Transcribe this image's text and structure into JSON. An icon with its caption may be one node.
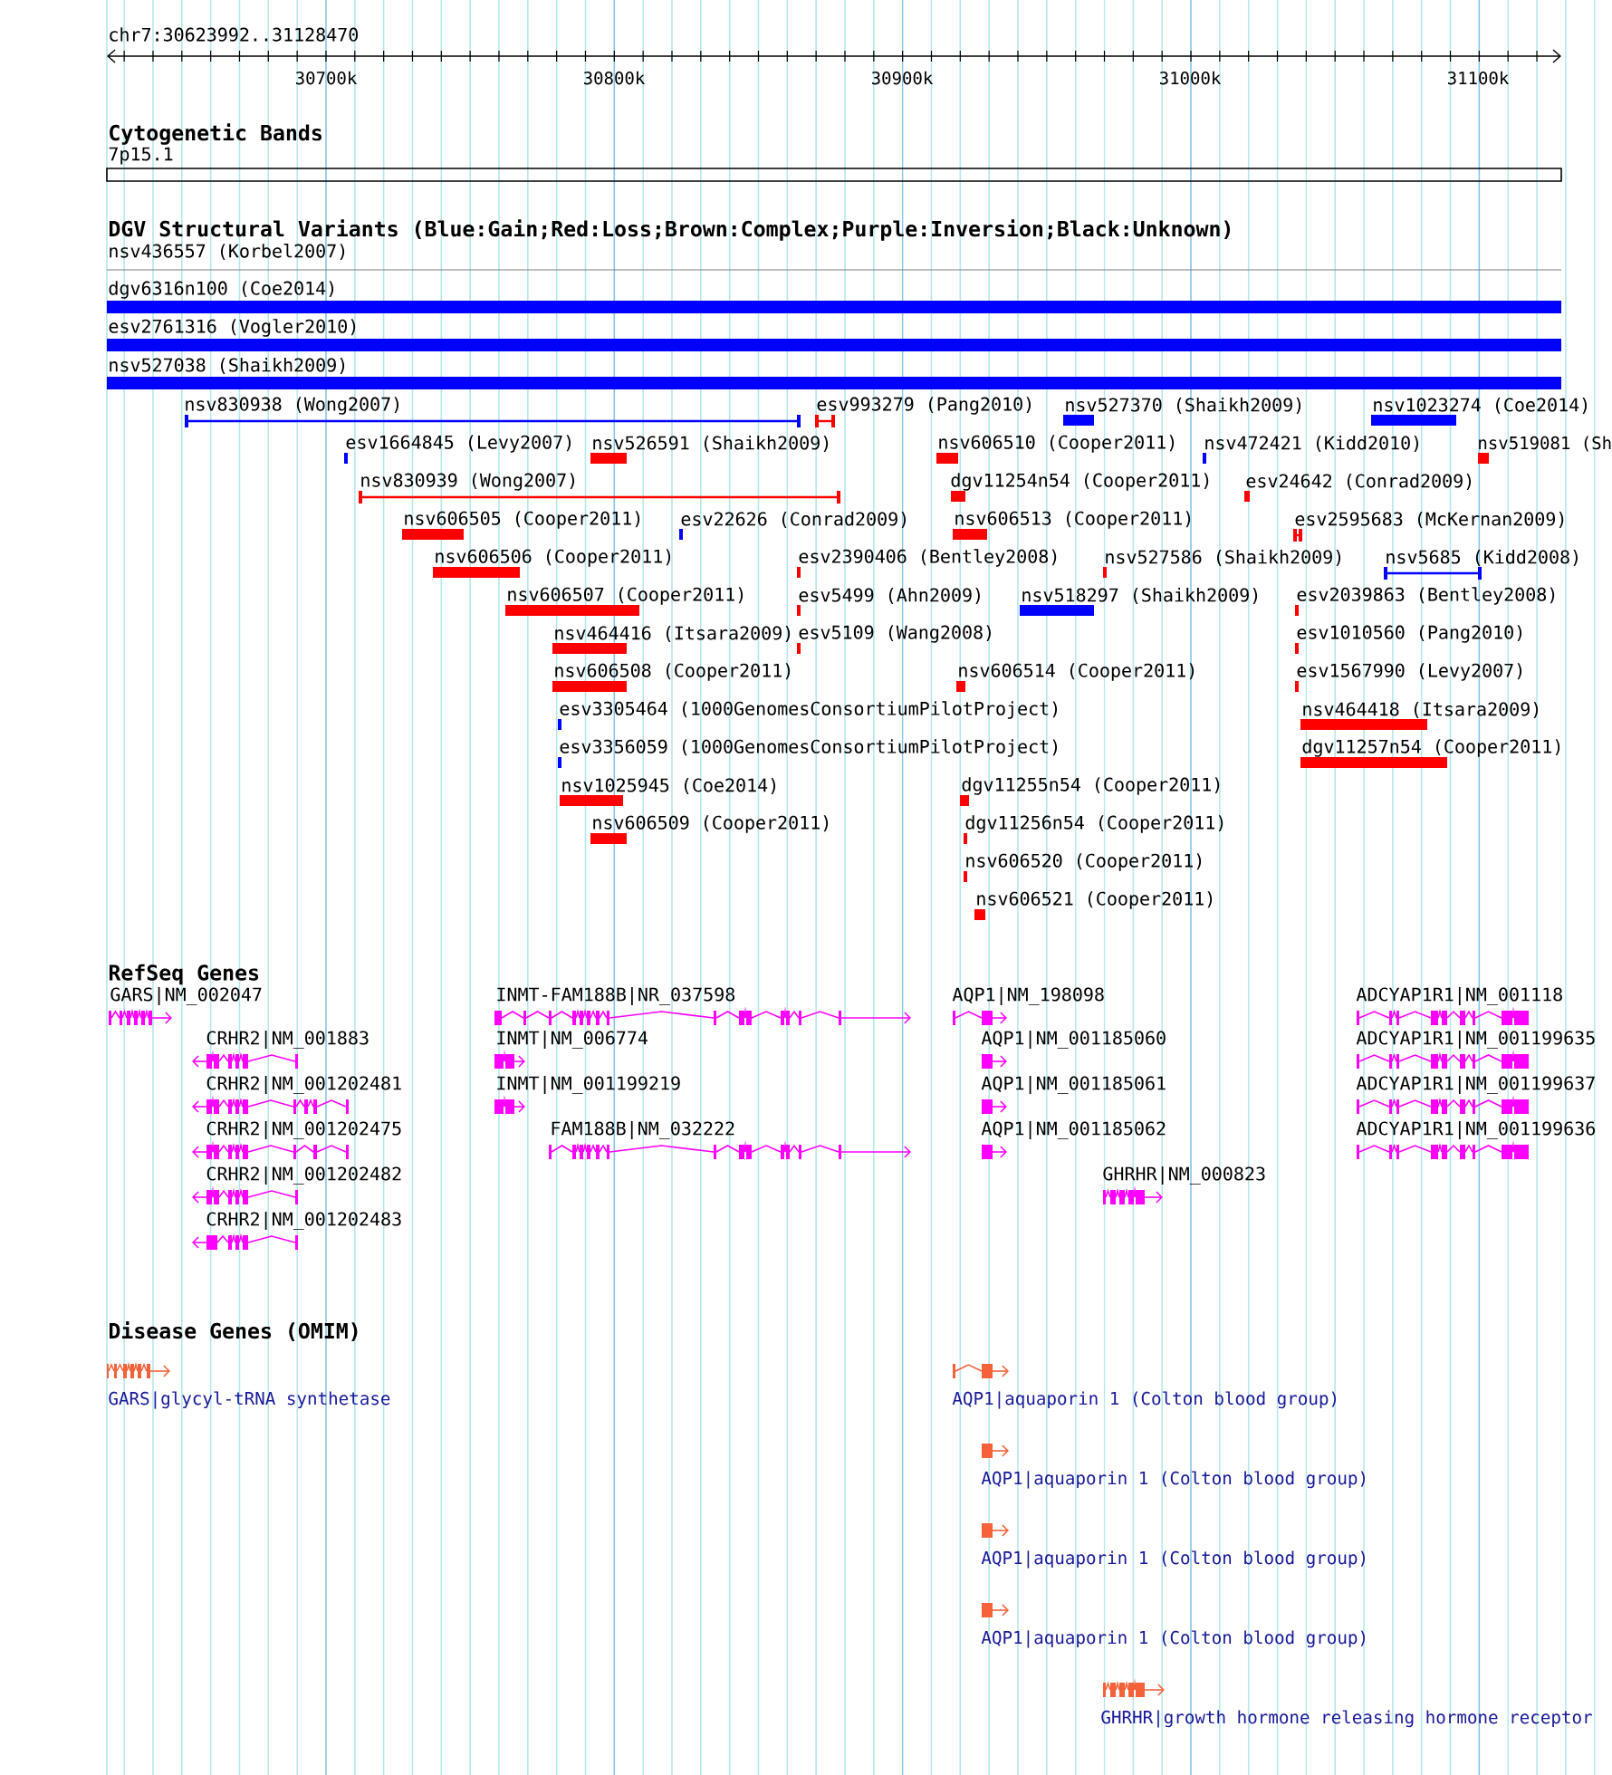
{
  "diagram": {
    "labels": [
      "chr7:30623992..31128470",
      "30700k",
      "30800k",
      "30900k",
      "31000k",
      "31100k",
      "Cytogenetic Bands",
      "7p15.1",
      "DGV Structural Variants (Blue:Gain;Red:Loss;Brown:Complex;Purple:Inversion;Black:Unknown)",
      "nsv436557 (Korbel2007)",
      "dgv6316n100 (Coe2014)",
      "esv2761316 (Vogler2010)",
      "nsv527038 (Shaikh2009)",
      "nsv830938 (Wong2007)",
      "esv993279 (Pang2010)",
      "nsv527370 (Shaikh2009)",
      "nsv1023274 (Coe2014)",
      "esv1664845 (Levy2007)",
      "nsv526591 (Shaikh2009)",
      "nsv606510 (Cooper2011)",
      "nsv472421 (Kidd2010)",
      "nsv519081 (Sh",
      "nsv830939 (Wong2007)",
      "dgv11254n54 (Cooper2011)",
      "esv24642 (Conrad2009)",
      "nsv606505 (Cooper2011)",
      "esv22626 (Conrad2009)",
      "nsv606513 (Cooper2011)",
      "esv2595683 (McKernan2009)",
      "nsv606506 (Cooper2011)",
      "esv2390406 (Bentley2008)",
      "nsv527586 (Shaikh2009)",
      "nsv5685 (Kidd2008)",
      "nsv606507 (Cooper2011)",
      "esv5499 (Ahn2009)",
      "nsv518297 (Shaikh2009)",
      "esv2039863 (Bentley2008)",
      "nsv464416 (Itsara2009)",
      "esv5109 (Wang2008)",
      "esv1010560 (Pang2010)",
      "nsv606508 (Cooper2011)",
      "nsv606514 (Cooper2011)",
      "esv1567990 (Levy2007)",
      "esv3305464 (1000GenomesConsortiumPilotProject)",
      "nsv464418 (Itsara2009)",
      "esv3356059 (1000GenomesConsortiumPilotProject)",
      "dgv11257n54 (Cooper2011)",
      "nsv1025945 (Coe2014)",
      "dgv11255n54 (Cooper2011)",
      "nsv606509 (Cooper2011)",
      "dgv11256n54 (Cooper2011)",
      "nsv606520 (Cooper2011)",
      "nsv606521 (Cooper2011)",
      "RefSeq Genes",
      "GARS|NM_002047",
      "INMT-FAM188B|NR_037598",
      "AQP1|NM_198098",
      "ADCYAP1R1|NM_001118",
      "CRHR2|NM_001883",
      "INMT|NM_006774",
      "AQP1|NM_001185060",
      "ADCYAP1R1|NM_001199635",
      "CRHR2|NM_001202481",
      "INMT|NM_001199219",
      "AQP1|NM_001185061",
      "ADCYAP1R1|NM_001199637",
      "CRHR2|NM_001202475",
      "FAM188B|NM_032222",
      "AQP1|NM_001185062",
      "ADCYAP1R1|NM_001199636",
      "CRHR2|NM_001202482",
      "GHRHR|NM_000823",
      "CRHR2|NM_001202483",
      "Disease Genes (OMIM)",
      "GARS|glycyl-tRNA synthetase",
      "AQP1|aquaporin 1 (Colton blood group)",
      "AQP1|aquaporin 1 (Colton blood group)",
      "AQP1|aquaporin 1 (Colton blood group)",
      "AQP1|aquaporin 1 (Colton blood group)",
      "GHRHR|growth hormone releasing hormone receptor"
    ]
  }
}
